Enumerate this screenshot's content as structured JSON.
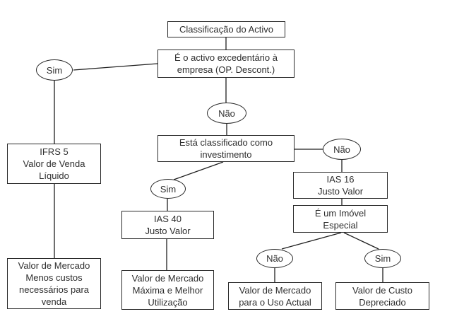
{
  "diagram": {
    "title": "Classificação do Activo",
    "colors": {
      "background": "#ffffff",
      "node_border": "#2a2a2a",
      "node_fill": "#ffffff",
      "text": "#2e2e2e",
      "line": "#1f1f1f"
    },
    "nodes": {
      "classificacao": {
        "label": "Classificação do Activo"
      },
      "excedentario": {
        "label": "É o activo excedentário à\nempresa (OP. Descont.)"
      },
      "esta_classificado": {
        "label": "Está classificado como\ninvestimento"
      },
      "ifrs5": {
        "label": "IFRS 5\nValor de Venda\nLíquido"
      },
      "ias16": {
        "label": "IAS 16\nJusto Valor"
      },
      "imovel_especial": {
        "label": "É um Imóvel\nEspecial"
      },
      "ias40": {
        "label": "IAS 40\nJusto Valor"
      },
      "mercado_menos_custos": {
        "label": "Valor de Mercado\nMenos custos\nnecessários para\nvenda"
      },
      "mercado_melhor_utilizacao": {
        "label": "Valor de Mercado\nMáxima e Melhor\nUtilização"
      },
      "mercado_uso_actual": {
        "label": "Valor de Mercado\npara o Uso Actual"
      },
      "custo_depreciado": {
        "label": "Valor de Custo\nDepreciado"
      }
    },
    "decisions": {
      "sim_left": {
        "label": "Sim"
      },
      "nao_center": {
        "label": "Não"
      },
      "sim_center": {
        "label": "Sim"
      },
      "nao_right": {
        "label": "Não"
      },
      "nao_bottom": {
        "label": "Não"
      },
      "sim_bottom": {
        "label": "Sim"
      }
    }
  }
}
